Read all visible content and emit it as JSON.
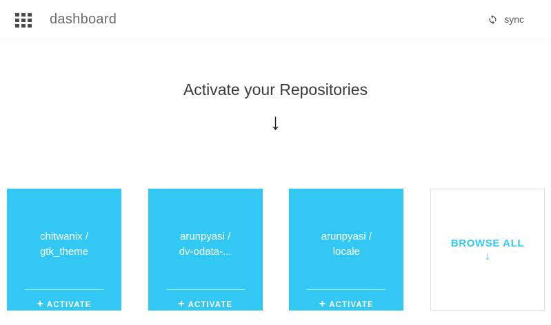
{
  "colors": {
    "accent": "#33c7f4",
    "header_text": "#6b6b6b",
    "heading_text": "#3a3a3a",
    "card_text": "#ffffff",
    "browse_border": "#dcdcdc"
  },
  "header": {
    "menu_icon": "grid-3x3-icon",
    "title": "dashboard",
    "sync": {
      "icon": "sync-refresh-icon",
      "label": "sync"
    }
  },
  "main": {
    "heading": "Activate your Repositories",
    "arrow_glyph": "↓"
  },
  "cards": [
    {
      "type": "repo",
      "name_line1": "chitwanix /",
      "name_line2": "gtk_theme",
      "plus_glyph": "+",
      "activate_label": "ACTIVATE"
    },
    {
      "type": "repo",
      "name_line1": "arunpyasi /",
      "name_line2": "dv-odata-...",
      "plus_glyph": "+",
      "activate_label": "ACTIVATE"
    },
    {
      "type": "repo",
      "name_line1": "arunpyasi /",
      "name_line2": "locale",
      "plus_glyph": "+",
      "activate_label": "ACTIVATE"
    },
    {
      "type": "browse",
      "label": "BROWSE ALL",
      "arrow_glyph": "↓"
    }
  ]
}
